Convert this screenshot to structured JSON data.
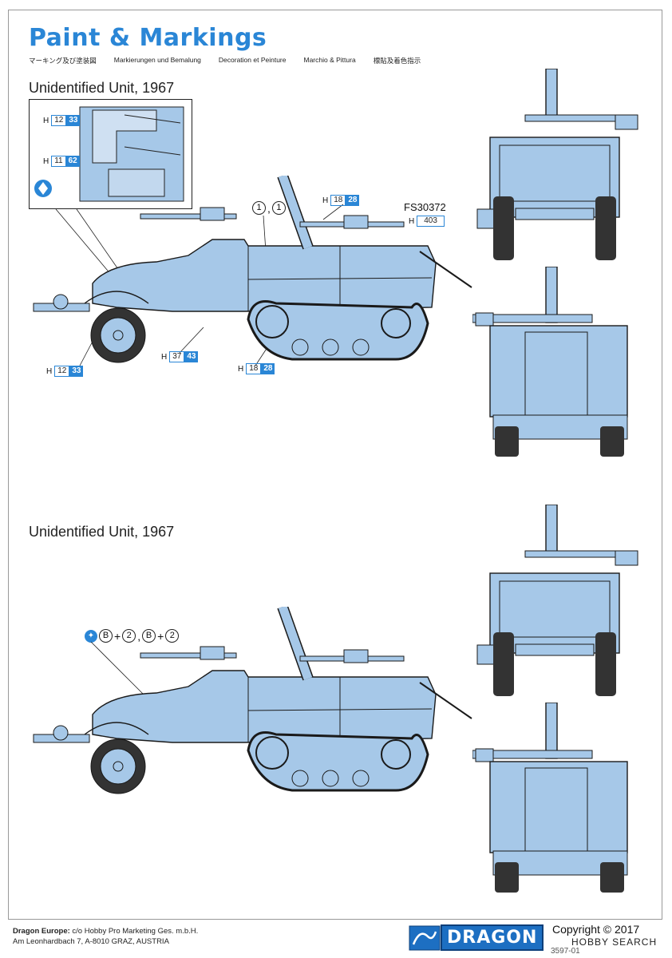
{
  "header": {
    "title": "Paint & Markings",
    "subtitles": [
      "マーキング及び塗装図",
      "Markierungen und Bemalung",
      "Decoration et Peinture",
      "Marchio & Pittura",
      "標貼及着色指示"
    ]
  },
  "schemes": [
    {
      "label": "Unidentified Unit, 1967",
      "fs_code": "FS30372",
      "callouts": {
        "inset_top": {
          "prefix": "H",
          "light": "12",
          "dark": "33"
        },
        "inset_mid": {
          "prefix": "H",
          "light": "11",
          "dark": "62"
        },
        "mortar": {
          "prefix": "H",
          "light": "18",
          "dark": "28"
        },
        "body": {
          "prefix": "H",
          "light": "403"
        },
        "wheel": {
          "prefix": "H",
          "light": "12",
          "dark": "33"
        },
        "chassis": {
          "prefix": "H",
          "light": "37",
          "dark": "43"
        },
        "track": {
          "prefix": "H",
          "light": "18",
          "dark": "28"
        }
      },
      "decal_marks": [
        "1",
        "1"
      ]
    },
    {
      "label": "Unidentified Unit, 1967",
      "decal_marks": [
        "B",
        "+",
        "2",
        "B",
        "+",
        "2"
      ]
    }
  ],
  "footer": {
    "company": "Dragon Europe:",
    "line1": "c/o Hobby Pro Marketing Ges. m.b.H.",
    "line2": "Am Leonhardbach 7, A-8010 GRAZ, AUSTRIA"
  },
  "brand": {
    "logo": "DRAGON",
    "copyright": "Copyright © 2017",
    "watermark": "HOBBY SEARCH",
    "part_no": "3597-01"
  },
  "colors": {
    "vehicle": "#a6c8e8",
    "outline": "#1a1a1a",
    "accent": "#2a86d6"
  }
}
